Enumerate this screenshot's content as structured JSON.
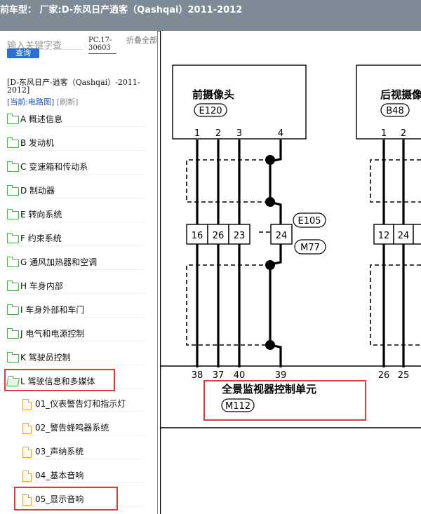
{
  "window": {
    "title": "前车型：  厂家:D-东风日产逍客（Qashqai）2011-2012"
  },
  "search": {
    "placeholder": "输入关键字查",
    "button": "查询"
  },
  "catalog": {
    "code": "PC.17-30603",
    "collapse": "折叠全部"
  },
  "breadcrumb": {
    "car": "[D-东风日产-逍客（Qashqai）-2011-2012]",
    "current_prefix": "[当前:",
    "current_value": "电路图]",
    "refresh": "[刷新]"
  },
  "tree": {
    "items": [
      {
        "label": "A 概述信息"
      },
      {
        "label": "B 发动机"
      },
      {
        "label": "C 变速箱和传动系"
      },
      {
        "label": "D 制动器"
      },
      {
        "label": "E 转向系统"
      },
      {
        "label": "F 约束系统"
      },
      {
        "label": "G 通风加热器和空调"
      },
      {
        "label": "H 车身内部"
      },
      {
        "label": "I 车身外部和车门"
      },
      {
        "label": "J 电气和电源控制"
      },
      {
        "label": "K 驾驶员控制"
      },
      {
        "label": "L 驾驶信息和多媒体"
      }
    ],
    "children": [
      {
        "label": "01_仪表警告灯和指示灯"
      },
      {
        "label": "02_警告蜂鸣器系统"
      },
      {
        "label": "03_声纳系统"
      },
      {
        "label": "04_基本音响"
      },
      {
        "label": "05_显示音响"
      }
    ]
  },
  "diagram": {
    "front_camera": {
      "title": "前摄像头",
      "code": "E120",
      "pins": [
        "1",
        "2",
        "3",
        "4"
      ]
    },
    "rear_camera": {
      "title": "后视摄像",
      "code": "B48",
      "pins": [
        "1",
        "2"
      ]
    },
    "connector_pins": [
      "16",
      "26",
      "23",
      "24"
    ],
    "connector_codes": [
      "E105",
      "M77"
    ],
    "right_connector_pins": [
      "12",
      "24"
    ],
    "unit": {
      "title": "全景监视器控制单元",
      "code": "M112"
    },
    "unit_pins": [
      "38",
      "37",
      "40",
      "39",
      "26",
      "25"
    ]
  },
  "colors": {
    "highlight": "#e03a3a",
    "link": "#1a55c8",
    "titlebar": "#7e8a96"
  }
}
